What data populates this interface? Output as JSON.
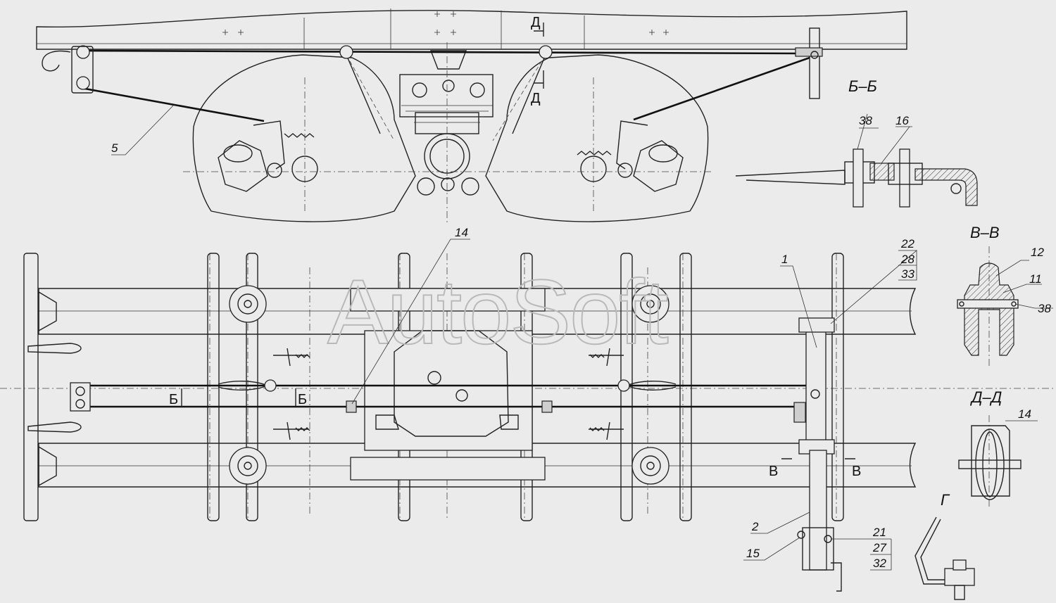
{
  "watermark": "AutoSoft",
  "section_titles": {
    "bb": "Б–Б",
    "vv": "В–В",
    "dd": "Д–Д",
    "g": "Г"
  },
  "section_marks": {
    "d_top": "Д",
    "d_bottom": "Д",
    "b_left": "Б",
    "b_right": "Б",
    "v_left": "В",
    "v_right": "В"
  },
  "callouts": {
    "c5": "5",
    "c14_plan": "14",
    "c1": "1",
    "c22": "22",
    "c28": "28",
    "c33": "33",
    "c2": "2",
    "c15": "15",
    "c21": "21",
    "c27": "27",
    "c32": "32",
    "c38_bb": "38",
    "c16": "16",
    "c12": "12",
    "c11": "11",
    "c38_vv": "38",
    "c14_dd": "14"
  },
  "colors": {
    "background": "#ebebeb",
    "line": "#222222"
  }
}
